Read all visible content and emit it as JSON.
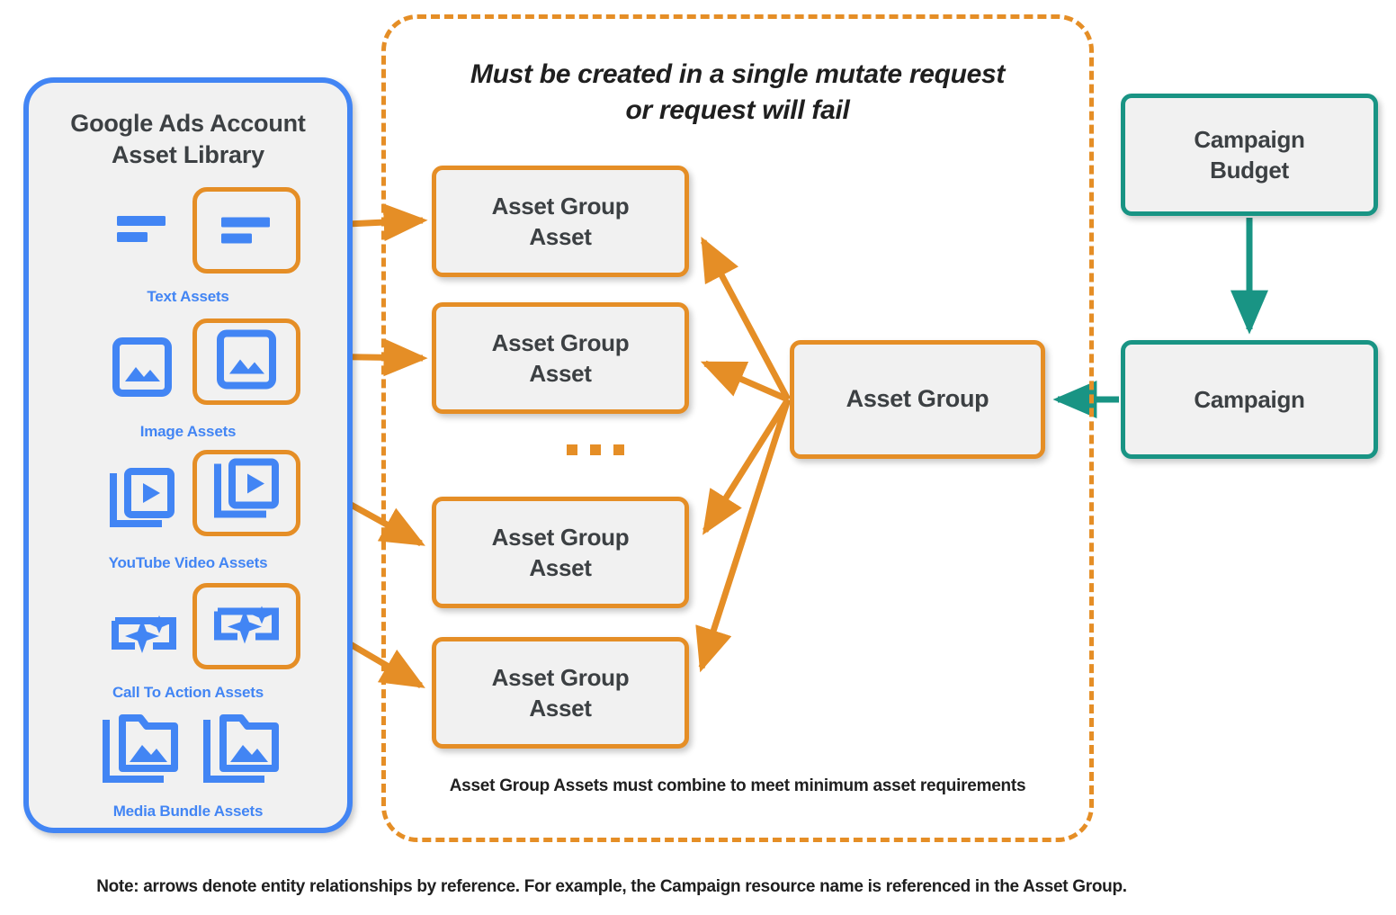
{
  "colors": {
    "orange": "#E58E26",
    "blue": "#4285F4",
    "teal": "#199484",
    "node_fill": "#F1F1F1",
    "text_dark": "#3C4043"
  },
  "asset_library": {
    "title": "Google Ads Account\nAsset Library",
    "items": [
      {
        "caption": "Text Assets",
        "icon": "text-lines-icon"
      },
      {
        "caption": "Image Assets",
        "icon": "image-icon"
      },
      {
        "caption": "YouTube Video  Assets",
        "icon": "video-stack-icon"
      },
      {
        "caption": "Call To Action Assets",
        "icon": "cta-sparkle-icon"
      },
      {
        "caption": "Media Bundle  Assets",
        "icon": "media-bundle-folder-icon"
      }
    ]
  },
  "mutate_container": {
    "note": "Must be created in a single mutate request\nor request will fail",
    "footer": "Asset Group Assets must combine to meet minimum asset requirements"
  },
  "nodes": {
    "asset_group_assets": [
      "Asset Group\nAsset",
      "Asset Group\nAsset",
      "Asset Group\nAsset",
      "Asset Group\nAsset"
    ],
    "ellipsis": "...",
    "asset_group": "Asset Group",
    "campaign_budget": "Campaign\nBudget",
    "campaign": "Campaign"
  },
  "footer_note": "Note: arrows denote entity relationships by reference. For example, the Campaign resource name is referenced in the Asset Group."
}
